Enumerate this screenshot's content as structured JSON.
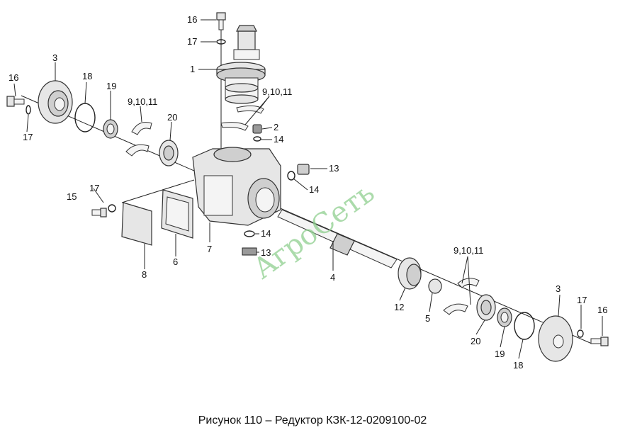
{
  "caption": "Рисунок 110 – Редуктор КЗК-12-0209100-02",
  "watermark": "АгроСеть",
  "colors": {
    "watermark": "#8fcf8f",
    "line": "#222222",
    "part_fill": "#e6e6e6"
  },
  "labels": {
    "l16a": "16",
    "l17a": "17",
    "l1": "1",
    "l3a": "3",
    "l16b": "16",
    "l17b": "17",
    "l18a": "18",
    "l19a": "19",
    "l91011a": "9,10,11",
    "l20a": "20",
    "l91011b": "9,10,11",
    "l2": "2",
    "l14a": "14",
    "l13a": "13",
    "l14b": "14",
    "l15": "15",
    "l17c": "17",
    "l7": "7",
    "l8": "8",
    "l6": "6",
    "l14c": "14",
    "l13b": "13",
    "l4": "4",
    "l91011c": "9,10,11",
    "l12": "12",
    "l5": "5",
    "l20b": "20",
    "l19b": "19",
    "l18b": "18",
    "l3b": "3",
    "l17d": "17",
    "l16c": "16"
  }
}
